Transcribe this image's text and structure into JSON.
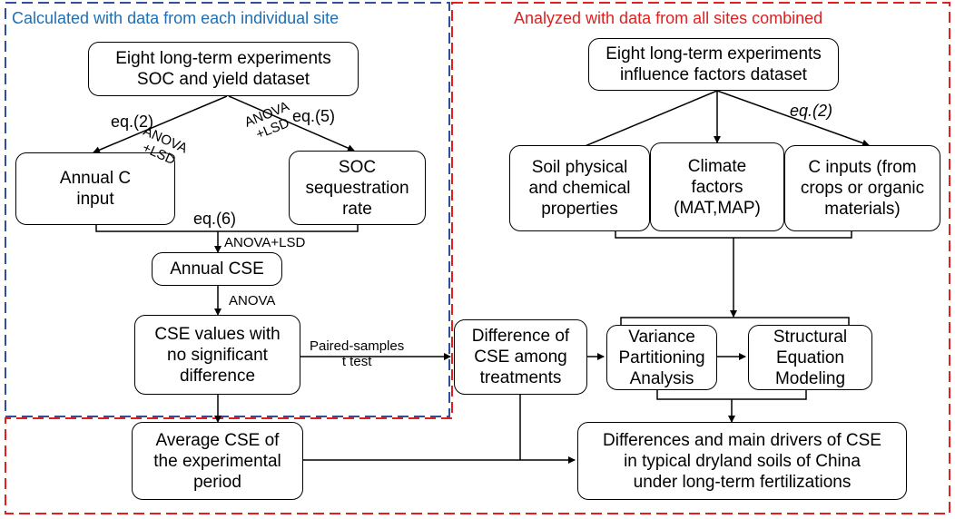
{
  "regions": {
    "individual_title": "Calculated with data from each individual site",
    "combined_title": "Analyzed with data from all sites combined",
    "colors": {
      "individual_border": "#2f4f9a",
      "individual_title": "#1f6fb5",
      "combined_border": "#e02020",
      "combined_title": "#e02020"
    }
  },
  "boxes": {
    "soc_yield_dataset": "Eight long-term experiments\nSOC and yield dataset",
    "annual_c_input": "Annual C\ninput",
    "soc_sequestration_rate": "SOC\nsequestration\nrate",
    "annual_cse": "Annual CSE",
    "cse_no_sig_diff": "CSE values with\nno significant\ndifference",
    "average_cse": "Average CSE of\nthe experimental\nperiod",
    "influence_factors_dataset": "Eight long-term experiments\ninfluence factors dataset",
    "soil_properties": "Soil physical\nand chemical\nproperties",
    "climate_factors": "Climate\nfactors\n(MAT,MAP)",
    "c_inputs": "C inputs (from\ncrops or organic\nmaterials)",
    "difference_cse": "Difference of\nCSE among\ntreatments",
    "variance_partitioning": "Variance\nPartitioning\nAnalysis",
    "sem": "Structural\nEquation\nModeling",
    "differences_drivers": "Differences and main drivers of CSE\nin typical dryland soils of China\nunder long-term fertilizations"
  },
  "labels": {
    "eq2_left": "eq.(2)",
    "eq5": "eq.(5)",
    "anova_lsd_left": "ANOVA\n+LSD",
    "anova_lsd_right": "ANOVA\n+LSD",
    "eq6": "eq.(6)",
    "anova_lsd_inline": "ANOVA+LSD",
    "anova": "ANOVA",
    "paired_samples": "Paired-samples\nt test",
    "eq2_right": "eq.(2)"
  }
}
